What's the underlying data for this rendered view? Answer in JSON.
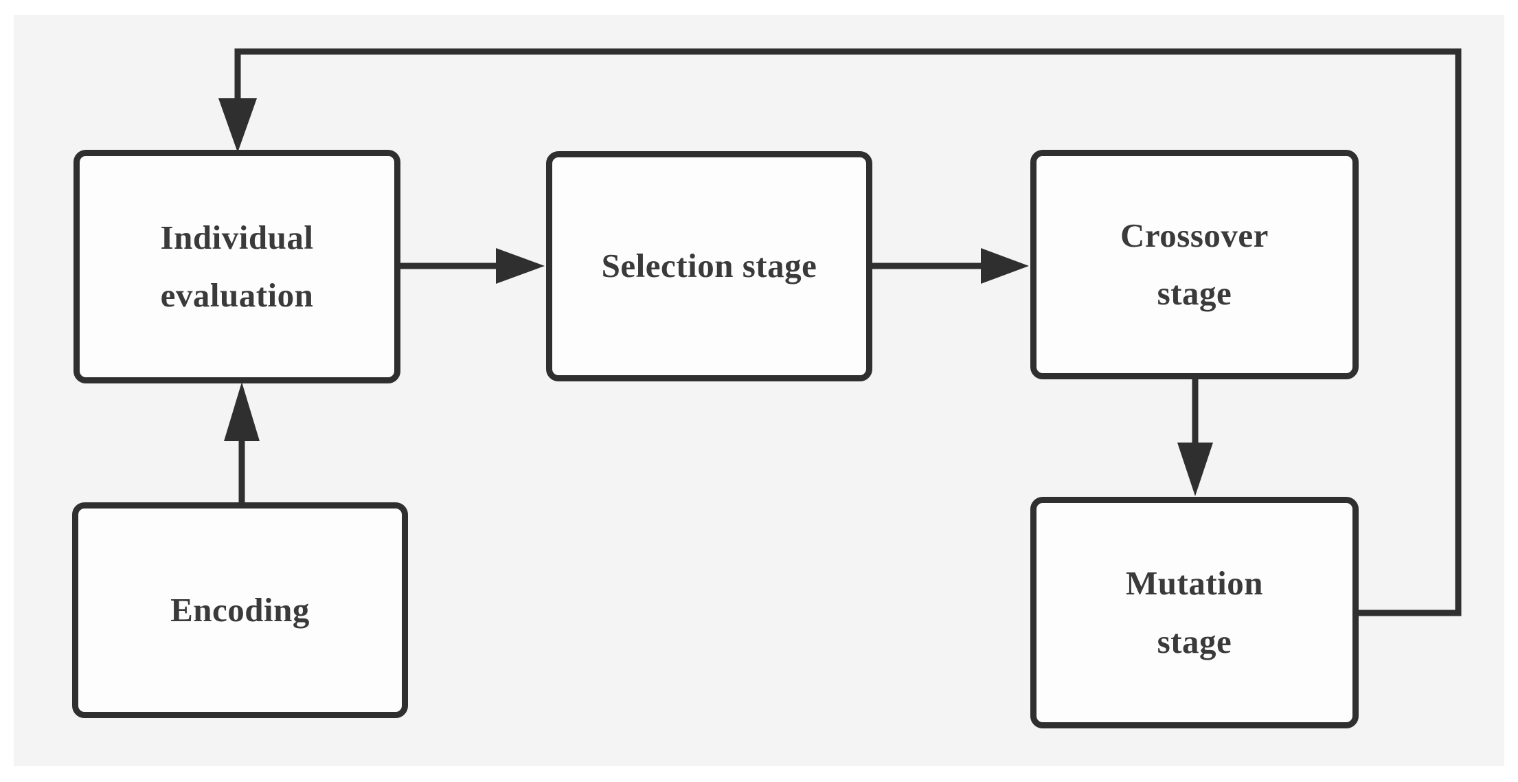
{
  "diagram": {
    "type": "flowchart",
    "title": "",
    "nodes": [
      {
        "id": "individual-evaluation",
        "label": "Individual evaluation"
      },
      {
        "id": "encoding",
        "label": "Encoding"
      },
      {
        "id": "selection-stage",
        "label": "Selection stage"
      },
      {
        "id": "crossover-stage",
        "label": "Crossover stage"
      },
      {
        "id": "mutation-stage",
        "label": "Mutation stage"
      }
    ],
    "edges": [
      {
        "from": "encoding",
        "to": "individual-evaluation",
        "kind": "arrow-up"
      },
      {
        "from": "individual-evaluation",
        "to": "selection-stage",
        "kind": "arrow-right"
      },
      {
        "from": "selection-stage",
        "to": "crossover-stage",
        "kind": "arrow-right"
      },
      {
        "from": "crossover-stage",
        "to": "mutation-stage",
        "kind": "arrow-down"
      },
      {
        "from": "mutation-stage",
        "to": "individual-evaluation",
        "kind": "feedback-loop"
      }
    ],
    "colors": {
      "stroke": "#2f2f2f",
      "node_fill": "#fdfdfd",
      "canvas_background": "#f5f4f5",
      "page_background": "#ffffff",
      "text": "#3a3a3a"
    }
  }
}
